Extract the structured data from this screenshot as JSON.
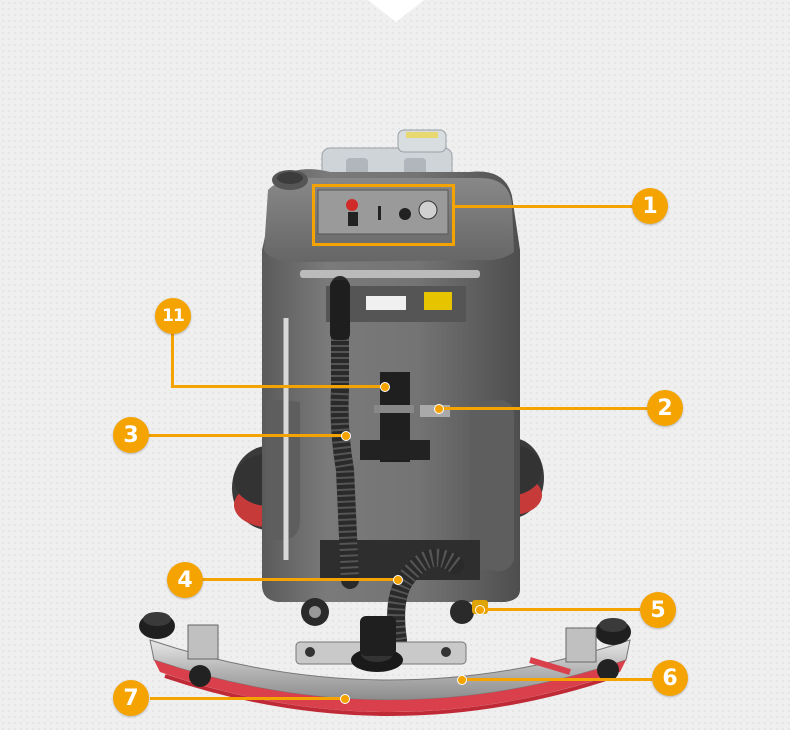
{
  "callouts": [
    {
      "label": "1"
    },
    {
      "label": "2"
    },
    {
      "label": "3"
    },
    {
      "label": "4"
    },
    {
      "label": "5"
    },
    {
      "label": "6"
    },
    {
      "label": "7"
    },
    {
      "label": "11"
    }
  ],
  "colors": {
    "accent": "#f5a300",
    "body": "#707070",
    "squeegee_rubber": "#d9404c"
  },
  "product": {
    "illustration": "floor-scrubber-machine-rear-view"
  }
}
